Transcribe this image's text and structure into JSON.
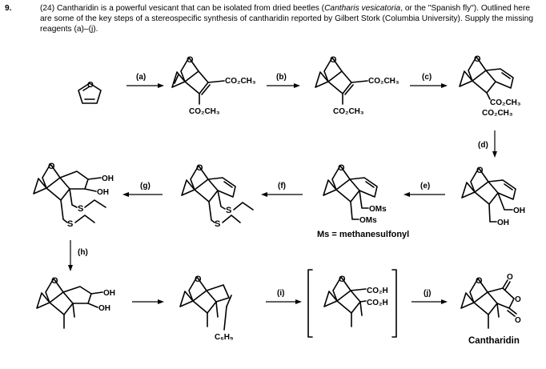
{
  "question": {
    "number": "9.",
    "text_part1": "(24) Cantharidin is a powerful vesicant that can be isolated from dried beetles (",
    "species_italic": "Cantharis vesicatoria",
    "text_part2": ", or the \"Spanish fly\"). Outlined here are some of the key steps of a stereospecific synthesis of cantharidin reported by Gilbert Stork (Columbia University). Supply the missing reagents (a)–(j)."
  },
  "steps": {
    "a": "(a)",
    "b": "(b)",
    "c": "(c)",
    "d": "(d)",
    "e": "(e)",
    "f": "(f)",
    "g": "(g)",
    "h": "(h)",
    "i": "(i)",
    "j": "(j)"
  },
  "labels": {
    "co2ch3": "CO₂CH₃",
    "co2h": "CO₂H",
    "oh": "OH",
    "oms": "OMs",
    "s": "S",
    "o": "O",
    "c6h5": "C₆H₅",
    "ms_def": "Ms = methanesulfonyl",
    "product": "Cantharidin"
  }
}
